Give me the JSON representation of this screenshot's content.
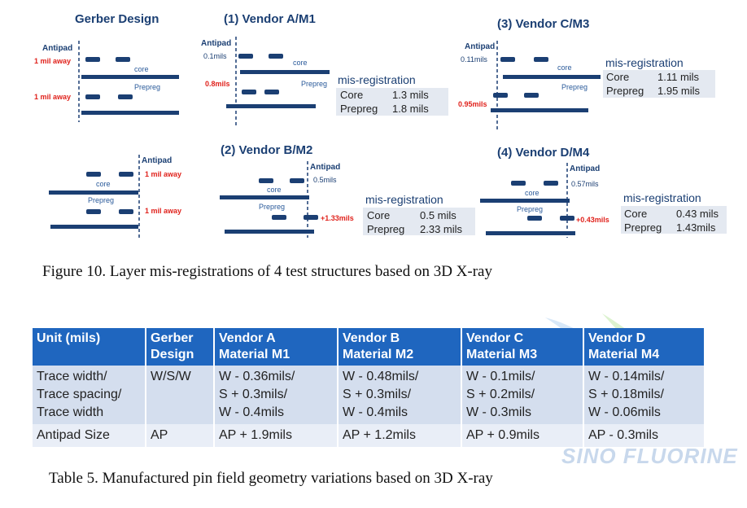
{
  "figure": {
    "panels": {
      "gerber": {
        "title": "Gerber Design",
        "antipad": "Antipad",
        "top_note": "1 mil away",
        "bottom_note": "1 mil away",
        "core": "core",
        "prepreg": "Prepreg"
      },
      "vendor_a": {
        "title": "(1) Vendor A/M1",
        "antipad": "Antipad",
        "top_note": "0.1mils",
        "bottom_note": "0.8mils",
        "core": "core",
        "prepreg": "Prepreg"
      },
      "vendor_c": {
        "title": "(3) Vendor C/M3",
        "antipad": "Antipad",
        "top_note": "0.11mils",
        "bottom_note": "0.95mils",
        "core": "core",
        "prepreg": "Prepreg"
      },
      "gerber2": {
        "antipad": "Antipad",
        "top_note": "1 mil away",
        "bottom_note": "1 mil away",
        "core": "core",
        "prepreg": "Prepreg"
      },
      "vendor_b": {
        "title": "(2) Vendor B/M2",
        "antipad": "Antipad",
        "top_note": "0.5mils",
        "bottom_note": "+1.33mils",
        "core": "core",
        "prepreg": "Prepreg"
      },
      "vendor_d": {
        "title": "(4) Vendor D/M4",
        "antipad": "Antipad",
        "top_note": "0.57mils",
        "bottom_note": "+0.43mils",
        "core": "core",
        "prepreg": "Prepreg"
      }
    },
    "misreg": {
      "a": {
        "title": "mis-registration",
        "rows": [
          {
            "label": "Core",
            "value": "1.3 mils"
          },
          {
            "label": "Prepreg",
            "value": "1.8 mils"
          }
        ]
      },
      "c": {
        "title": "mis-registration",
        "rows": [
          {
            "label": "Core",
            "value": "1.11 mils"
          },
          {
            "label": "Prepreg",
            "value": "1.95 mils"
          }
        ]
      },
      "b": {
        "title": "mis-registration",
        "rows": [
          {
            "label": "Core",
            "value": "0.5 mils"
          },
          {
            "label": "Prepreg",
            "value": "2.33 mils"
          }
        ]
      },
      "d": {
        "title": "mis-registration",
        "rows": [
          {
            "label": "Core",
            "value": "0.43 mils"
          },
          {
            "label": "Prepreg",
            "value": "1.43mils"
          }
        ]
      }
    },
    "caption": "Figure 10.  Layer mis-registrations of 4 test structures based on 3D X-ray"
  },
  "table": {
    "headers": [
      "Unit (mils)",
      "Gerber\nDesign",
      "Vendor A\nMaterial M1",
      "Vendor B\nMaterial M2",
      "Vendor C\nMaterial M3",
      "Vendor D\nMaterial M4"
    ],
    "rows": [
      [
        "Trace width/\nTrace spacing/\nTrace width",
        "W/S/W",
        "W - 0.36mils/\nS + 0.3mils/\nW - 0.4mils",
        "W - 0.48mils/\nS + 0.3mils/\nW - 0.4mils",
        "W - 0.1mils/\nS + 0.2mils/\nW - 0.3mils",
        "W - 0.14mils/\nS + 0.18mils/\nW - 0.06mils"
      ],
      [
        "Antipad Size",
        "AP",
        "AP + 1.9mils",
        "AP + 1.2mils",
        "AP + 0.9mils",
        "AP - 0.3mils"
      ]
    ],
    "caption": "Table 5.  Manufactured pin field geometry variations based on 3D X-ray"
  },
  "watermark": "SINO FLUORINE",
  "colors": {
    "navy": "#1b3f73",
    "red": "#e0221c",
    "header_blue": "#1f66bf"
  }
}
